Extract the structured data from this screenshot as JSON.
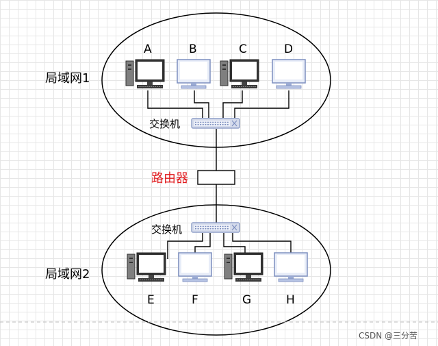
{
  "lans": [
    {
      "label": "局域网1",
      "switch_label": "交换机",
      "computers": [
        "A",
        "B",
        "C",
        "D"
      ]
    },
    {
      "label": "局域网2",
      "switch_label": "交换机",
      "computers": [
        "E",
        "F",
        "G",
        "H"
      ]
    }
  ],
  "router_label": "路由器",
  "watermark": "CSDN @三分苦",
  "colors": {
    "router_text": "#e0181b",
    "monitor_frame_blue": "#7d8fbf",
    "line": "#000000"
  }
}
